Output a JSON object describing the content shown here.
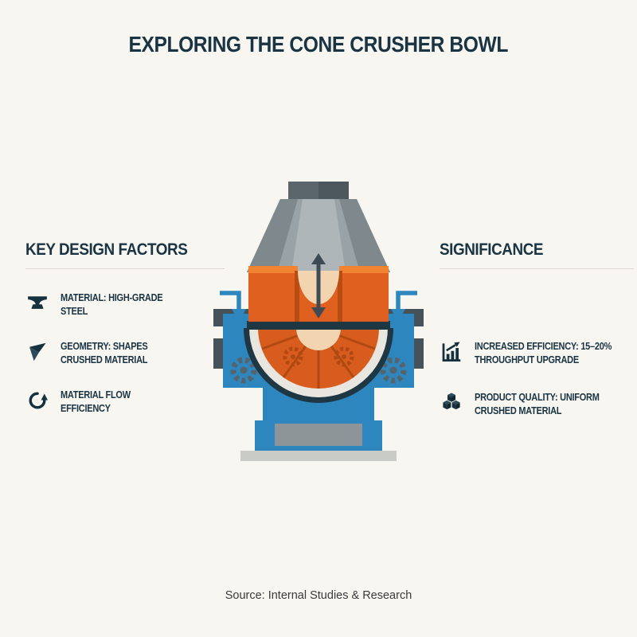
{
  "title": "EXPLORING THE CONE CRUSHER BOWL",
  "left_panel": {
    "heading": "KEY DESIGN FACTORS",
    "items": [
      {
        "icon": "anvil-icon",
        "label": "MATERIAL: HIGH-GRADE\nSTEEL"
      },
      {
        "icon": "geometry-shard-icon",
        "label": "GEOMETRY: SHAPES\nCRUSHED MATERIAL"
      },
      {
        "icon": "circular-flow-icon",
        "label": "MATERIAL FLOW\nEFFICIENCY"
      }
    ]
  },
  "right_panel": {
    "heading": "SIGNIFICANCE",
    "items": [
      {
        "icon": "bar-chart-growth-icon",
        "label": "INCREASED EFFICIENCY: 15–20%\nTHROUGHPUT UPGRADE"
      },
      {
        "icon": "cubes-icon",
        "label": "PRODUCT QUALITY: UNIFORM\nCRUSHED MATERIAL"
      }
    ]
  },
  "illustration": {
    "name": "cone-crusher-cutaway",
    "colors": {
      "body_blue": "#2e86bf",
      "bowl_orange": "#df5f1f",
      "orange_highlight": "#f08433",
      "cone_gray": "#99a2a7",
      "dark_navy": "#1f3743",
      "material_beige": "#f2d4b0",
      "base_gray": "#8d9599"
    }
  },
  "footer": {
    "source": "Source: Internal Studies & Research"
  },
  "theme": {
    "background": "#f8f6f1",
    "text_color": "#1a3443"
  }
}
